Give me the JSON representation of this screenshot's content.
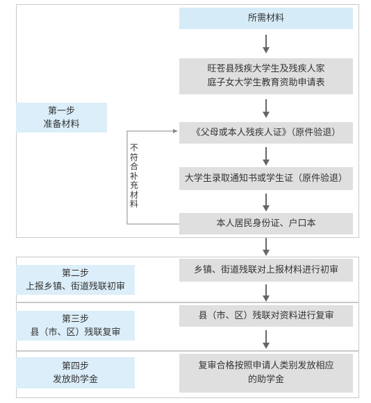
{
  "steps": {
    "step1": {
      "title": "第一步",
      "subtitle": "准备材料"
    },
    "step2": {
      "title": "第二步",
      "subtitle": "上报乡镇、街道残联初审"
    },
    "step3": {
      "title": "第三步",
      "subtitle": "县（市、区）残联复审"
    },
    "step4": {
      "title": "第四步",
      "subtitle": "发放助学金"
    }
  },
  "materials": {
    "header": "所需材料",
    "item1_line1": "旺苍县残疾大学生及残疾人家",
    "item1_line2": "庭子女大学生教育资助申请表",
    "item2": "《父母或本人残疾人证》（原件验退）",
    "item3": "大学生录取通知书或学生证（原件验退）",
    "item4": "本人居民身份证、户口本"
  },
  "reviews": {
    "initial": "乡镇、街道残联对上报材料进行初审",
    "second": "县（市、区）残联对资料进行复审",
    "final_line1": "复审合格按照申请人类别发放相应",
    "final_line2": "的助学金"
  },
  "loop_label": [
    "不",
    "符",
    "合",
    "补",
    "充",
    "材",
    "料"
  ],
  "colors": {
    "blue_box": "#dbeef9",
    "gray_box": "#dfdfdf",
    "border": "#c9c9c9",
    "arrow": "#666666"
  }
}
